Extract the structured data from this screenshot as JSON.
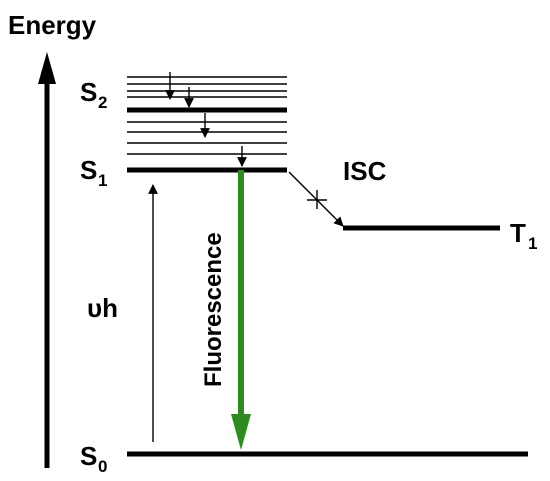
{
  "axis": {
    "label": "Energy"
  },
  "states": {
    "s2": {
      "letter": "S",
      "sub": "2"
    },
    "s1": {
      "letter": "S",
      "sub": "1"
    },
    "s0": {
      "letter": "S",
      "sub": "0"
    },
    "t1": {
      "letter": "T",
      "sub": "1"
    }
  },
  "transitions": {
    "isc": "ISC",
    "fluorescence": "Fluorescence",
    "absorption": "υh"
  },
  "colors": {
    "fluorescence": "#2e8b20",
    "lines": "#000000"
  }
}
